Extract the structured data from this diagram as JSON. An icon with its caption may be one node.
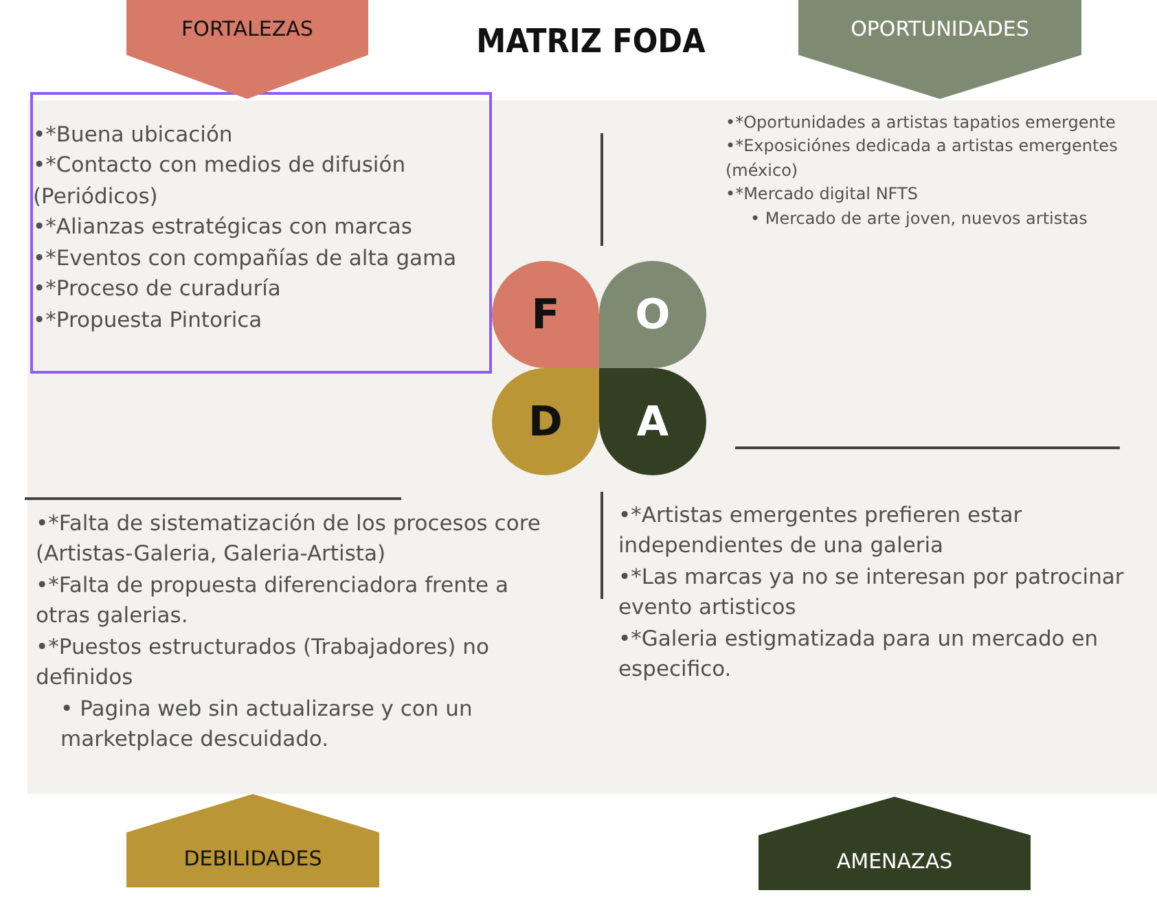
{
  "diagram": {
    "title": "MATRIZ FODA",
    "nodes": [
      {
        "text": [
          "FORTALEZAS"
        ]
      },
      {
        "text": [
          "OPORTUNIDADES"
        ]
      },
      {
        "text": [
          "•*Buena ubicación",
          "•*Contacto con medios de difusión (Periódicos)",
          "•*Alianzas estratégicas con marcas",
          "•*Eventos con compañías de alta gama",
          "•*Proceso de curaduría",
          "•*Propuesta Pintorica"
        ]
      },
      {
        "text": [
          "•*Oportunidades a artistas tapatios emergente",
          "•*Exposiciónes dedicada a artistas emergentes (méxico)",
          "•*Mercado digital NFTS",
          "• Mercado de arte joven, nuevos artistas"
        ]
      },
      {
        "text": [
          "F"
        ]
      },
      {
        "text": [
          "O"
        ]
      },
      {
        "text": [
          "D"
        ]
      },
      {
        "text": [
          "A"
        ]
      },
      {
        "text": [
          "•*Falta de sistematización de los procesos core (Artistas-Galeria, Galeria-Artista)",
          "•*Falta de propuesta diferenciadora frente a otras galerias.",
          "•*Puestos estructurados (Trabajadores) no definidos",
          "• Pagina web sin actualizarse y con un marketplace descuidado."
        ]
      },
      {
        "text": [
          "•*Artistas emergentes prefieren estar independientes de una galeria",
          "•*Las marcas ya no se interesan por patrocinar evento artisticos",
          "•*Galeria estigmatizada para un mercado en especifico."
        ]
      },
      {
        "text": [
          "DEBILIDADES"
        ]
      },
      {
        "text": [
          "AMENAZAS"
        ]
      }
    ],
    "edges": []
  }
}
